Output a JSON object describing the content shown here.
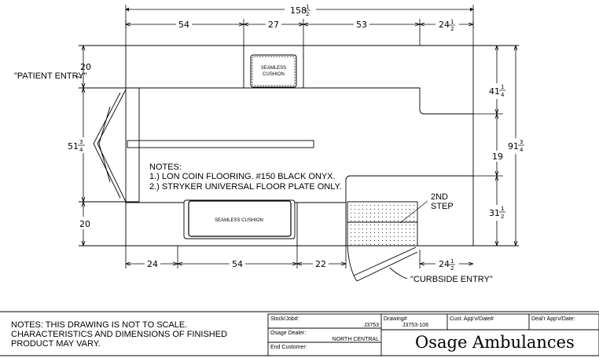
{
  "dims": {
    "overall_length": {
      "whole": "158",
      "num": "1",
      "den": "2"
    },
    "top_54": "54",
    "top_27": "27",
    "top_53": "53",
    "top_24_5": {
      "whole": "24",
      "num": "1",
      "den": "2"
    },
    "left_20_top": "20",
    "left_51_75": {
      "whole": "51",
      "num": "3",
      "den": "4"
    },
    "left_20_bottom": "20",
    "right_41_25": {
      "whole": "41",
      "num": "1",
      "den": "4"
    },
    "right_19": "19",
    "right_31_5": {
      "whole": "31",
      "num": "1",
      "den": "2"
    },
    "overall_width": {
      "whole": "91",
      "num": "3",
      "den": "4"
    },
    "bottom_24": "24",
    "bottom_54": "54",
    "bottom_22": "22",
    "bottom_24_5": {
      "whole": "24",
      "num": "1",
      "den": "2"
    }
  },
  "labels": {
    "patient_entry": "\"PATIENT ENTRY\"",
    "curbside_entry": "\"CURBSIDE ENTRY\"",
    "second_step_1": "2ND",
    "second_step_2": "STEP",
    "cushion_top_1": "SEAMLESS",
    "cushion_top_2": "CUSHION",
    "cushion_bottom": "SEAMLESS CUSHION"
  },
  "notes": {
    "heading": "NOTES:",
    "line1": "1.) LON COIN FLOORING. #150 BLACK ONYX.",
    "line2": "2.) STRYKER UNIVERSAL FLOOR PLATE ONLY."
  },
  "disclaimer": {
    "line1": "NOTES:  THIS DRAWING IS NOT TO SCALE.",
    "line2": "CHARACTERISTICS AND DIMENSIONS OF FINISHED",
    "line3": "PRODUCT MAY VARY."
  },
  "title_block": {
    "stock_label": "Stock/Job#:",
    "stock_value": "J3753",
    "dealer_label": "Osage Dealer:",
    "dealer_value": "NORTH CENTRAL",
    "customer_label": "End Customer:",
    "drawing_label": "Drawing#",
    "drawing_value": "J3753-106",
    "cust_appv_label": "Cust. App'v/Date#",
    "dealer_appv_label": "Deal'r App'v/Date:",
    "brand": "Osage Ambulances"
  }
}
